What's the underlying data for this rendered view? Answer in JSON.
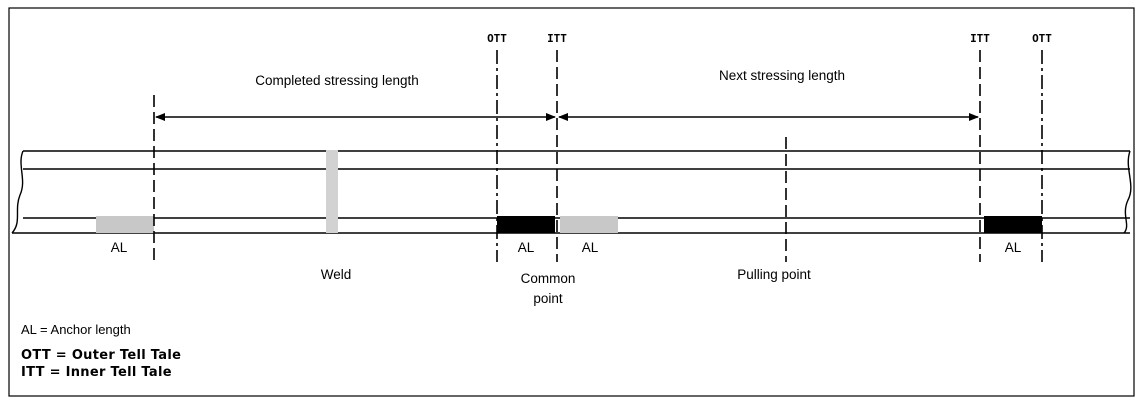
{
  "markers": {
    "ott_left": "OTT",
    "itt_left": "ITT",
    "itt_right": "ITT",
    "ott_right": "OTT"
  },
  "spans": {
    "completed": "Completed stressing length",
    "next": "Next stressing length"
  },
  "labels": {
    "al_1": "AL",
    "al_2": "AL",
    "al_3": "AL",
    "al_4": "AL",
    "weld": "Weld",
    "common_point_line1": "Common",
    "common_point_line2": "point",
    "pulling_point": "Pulling point"
  },
  "legend": {
    "al": "AL = Anchor length",
    "ott": "OTT = Outer Tell Tale",
    "itt": "ITT = Inner Tell Tale"
  },
  "colors": {
    "line": "#000000",
    "anchor_light": "#c8c8c8",
    "anchor_dark": "#000000",
    "weld": "#d2d2d2"
  }
}
